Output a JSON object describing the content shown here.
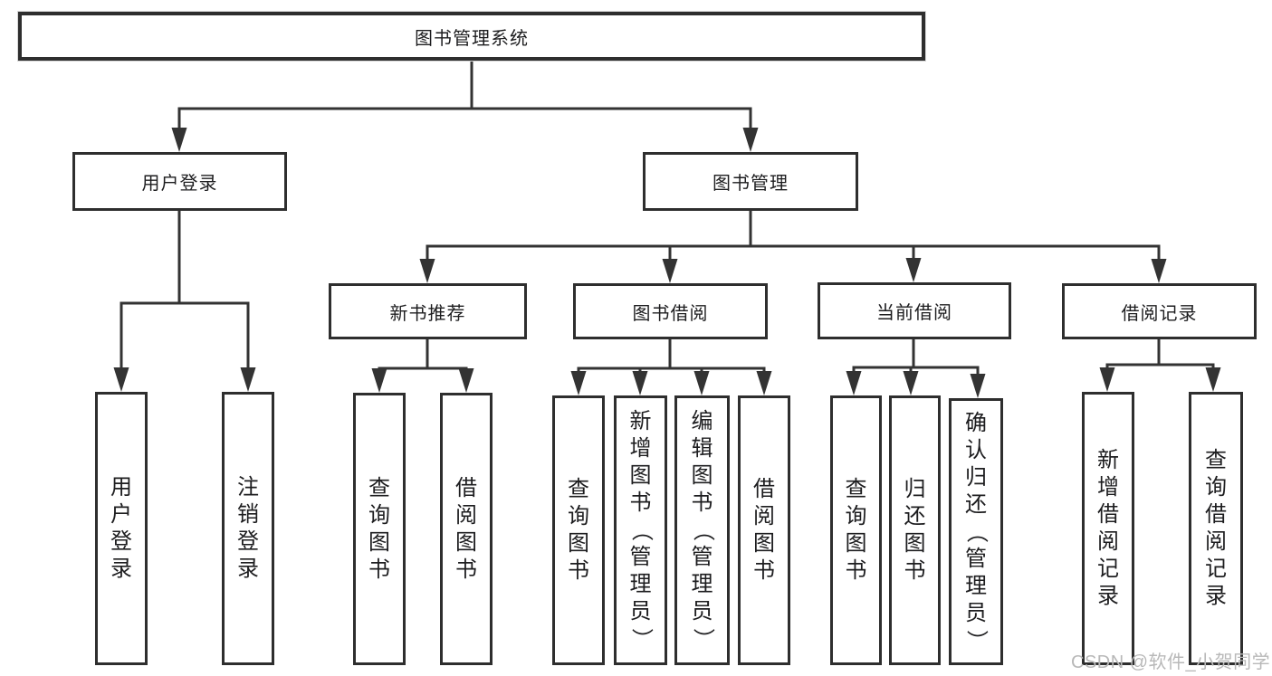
{
  "diagram": {
    "root": {
      "label": "图书管理系统"
    },
    "level2": {
      "user_login": {
        "label": "用户登录"
      },
      "book_mgmt": {
        "label": "图书管理"
      }
    },
    "level3": {
      "new_book": {
        "label": "新书推荐"
      },
      "book_borrow": {
        "label": "图书借阅"
      },
      "current_borrow": {
        "label": "当前借阅"
      },
      "borrow_record": {
        "label": "借阅记录"
      }
    },
    "leaves": {
      "user_login": [
        {
          "label": "用户登录"
        },
        {
          "label": "注销登录"
        }
      ],
      "new_book": [
        {
          "label": "查询图书"
        },
        {
          "label": "借阅图书"
        }
      ],
      "book_borrow": [
        {
          "label": "查询图书"
        },
        {
          "label": "新增图书（管理员）"
        },
        {
          "label": "编辑图书（管理员）"
        },
        {
          "label": "借阅图书"
        }
      ],
      "current_borrow": [
        {
          "label": "查询图书"
        },
        {
          "label": "归还图书"
        },
        {
          "label": "确认归还（管理员）"
        }
      ],
      "borrow_record": [
        {
          "label": "新增借阅记录"
        },
        {
          "label": "查询借阅记录"
        }
      ]
    }
  },
  "watermark": {
    "text": "CSDN @软件_小贺同学"
  },
  "colors": {
    "line": "#333333",
    "box_border": "#2e2e2e",
    "text": "#1d1d1f",
    "watermark": "#b8b8b8",
    "background": "#ffffff"
  }
}
